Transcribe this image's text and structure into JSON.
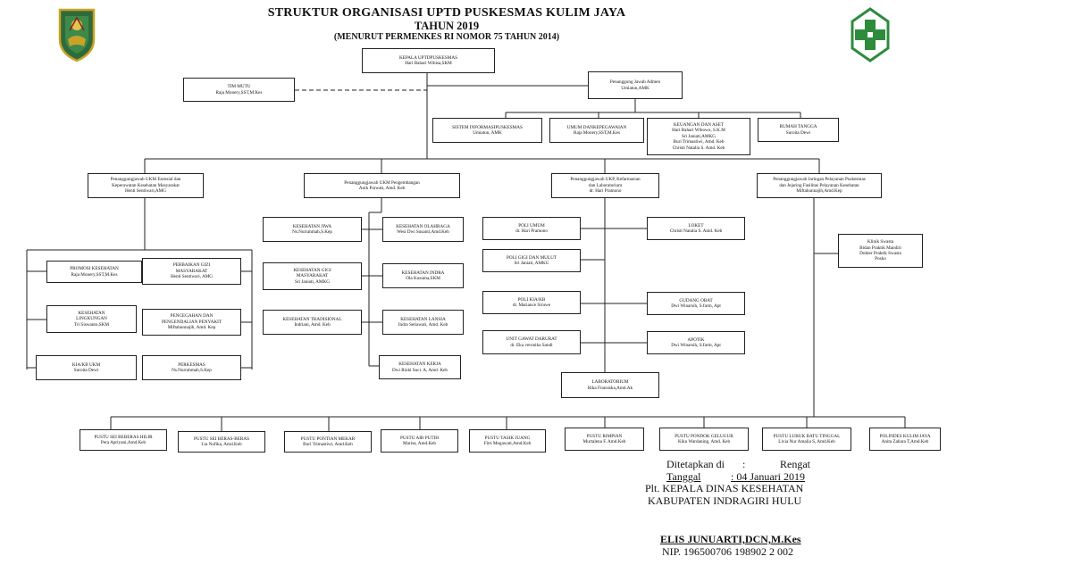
{
  "title": {
    "line1": "STRUKTUR ORGANISASI  UPTD PUSKESMAS KULIM JAYA",
    "line2": "TAHUN 2019",
    "line3": "(MENURUT PERMENKES RI NOMOR 75 TAHUN 2014)"
  },
  "colors": {
    "cross": "#2e8b3c",
    "shield": "#2f6b3a",
    "line": "#222222"
  },
  "nodes": {
    "kepala": [
      "KEPALA UPTDPUSKESMAS",
      "Hari Bahari Wibisa,SKM"
    ],
    "timmutu": [
      "TIM MUTU",
      "Raja Monery,SST,M.Kes"
    ],
    "admin": [
      "Penanggung Jawab Admen",
      "Umiatun,AMK"
    ],
    "sip": [
      "SISTEM INFORMASIPUSKESMAS",
      "Umiatun, AMK"
    ],
    "umum": [
      "UMUM DANKEPEGAWAIAN",
      "Raja Monery,SST,M.Kes"
    ],
    "keuangan": [
      "KEUANGAN DAN ASET",
      "Hari Bahari Wibowo, S.K.M",
      "Sri Janiati,AMKG",
      "Buri Trimastiwi, Amd. Keb",
      "Christi Natalia S. Amd. Keb"
    ],
    "rumah": [
      "RUMAH TANGGA",
      "Suroita Dewi"
    ],
    "ukm_es": [
      "Penanggungjawab UKM Esensial dan",
      "Keperawatan Kesehatan Masyarakat",
      "Henti Sentiwari,AMG"
    ],
    "ukm_pg": [
      "Penanggungjawab UKM Pengembangan",
      "Anik Parwati, Amd. Keb"
    ],
    "ukp": [
      "Penanggungjawab UKP, Kefarmasian",
      "dan Laboratorium",
      "dr. Hari Pramono"
    ],
    "jar": [
      "Penanggungjawab Jaringan Pelayanan Puskesmas",
      "dan Jejaring Fasilitas Pelayanan Kesehatan",
      "Miftahunnajih,Amd.Kep"
    ],
    "promkes": [
      "PROMOSI KESEHATAN",
      "Raja Monery,SST,M.Kes"
    ],
    "gizi": [
      "PERBAIKAN GIZI",
      "MASYARAKAT",
      "Henti Sentiwari, AMG"
    ],
    "kesling": [
      "KESEHATAN",
      "LINGKUNGAN",
      "Tri Siswanto,SKM"
    ],
    "p2p": [
      "PENCEGAHAN DAN",
      "PENGENDALIAN PENYAKIT",
      "Miftahunnajih, Amd. Kep"
    ],
    "kia_ukm": [
      "KIA/KB UKM",
      "Suroita Dewi"
    ],
    "perkesmas": [
      "PERKESMAS",
      "Ns.Nurrahmah,S.Kep"
    ],
    "jiwa": [
      "KESEHATAN JIWA",
      "Ns.Nurrahmah,S.Kep"
    ],
    "olahraga": [
      "KESEHATAN OLAHRAGA",
      "Wesi Dwi Susanti,Amd.Keb"
    ],
    "gigimas": [
      "KESEHATAN GIGI",
      "MASYARAKAT",
      "Sri Janiati, AMKG"
    ],
    "indra": [
      "KESEHATAN INDRA",
      "Ola Kusuma,SKM"
    ],
    "tradisional": [
      "KESEHATAN TRADISIONAL",
      "Indriani, Amd. Keb"
    ],
    "lansia": [
      "KESEHATAN LANSIA",
      "Indra Setiawati, Amd. Keb"
    ],
    "kerja": [
      "KESEHATAN KERJA",
      "Dwi Rizki Suci. A, Amd. Keb"
    ],
    "poliumum": [
      "POLI UMUM",
      "dr. Hari Pramono"
    ],
    "loket": [
      "LOKET",
      "Christi Natalia S. Amd. Keb"
    ],
    "poligigi": [
      "POLI GIGI DAN MULUT",
      "Sri Janiati, AMKG"
    ],
    "polikia": [
      "POLI KIA/KB",
      "dr. Mariance Siruwe"
    ],
    "gudang": [
      "GUDANG OBAT",
      "Dwi Winarsih, S.farm, Apt"
    ],
    "ugd": [
      "UNIT GAWAT DARURAT",
      "dr. Eka veronika Sandi"
    ],
    "apotik": [
      "APOTIK",
      "Dwi Winarsih, S.farm, Apt"
    ],
    "lab": [
      "LABORATORIUM",
      "Rika Fransiska,Amd.Ak"
    ],
    "klinik": [
      "Klinik Swasta",
      "Bidan Praktik Mandiri",
      "Dokter Praktik Swasta",
      "Posko"
    ],
    "pustu1": [
      "PUSTU SEI BEBERAS HILIR",
      "Pera Apriyani,Amd.Keb"
    ],
    "pustu2": [
      "PUSTU SEI BERAS-BERAS",
      "Lia Nofika, Amd.Keb"
    ],
    "pustu3": [
      "PUSTU PONTIAN MEKAR",
      "Buri Trimastiwi, Amd.Keb"
    ],
    "pustu4": [
      "PUSTU AIR PUTIH",
      "Marisa, Amd.Keb"
    ],
    "pustu5": [
      "PUSTU TASIK JUANG",
      "Fitri Megawati,Amd.Keb"
    ],
    "pustu6": [
      "PUSTU RIMPIAN",
      "Murtalena F. Amd.Keb"
    ],
    "pustu7": [
      "PUSTU PONDOK GELUGUR",
      "Kiku Wardaning, Amd. Keb"
    ],
    "pustu8": [
      "PUSTU LUBUK BATU TINGGAL",
      "Livia Nur Amalia S, Amd.Keb"
    ],
    "pustu9": [
      "POLINDES KULIM JAYA",
      "Anita Zahara T,Amd.Keb"
    ]
  },
  "signature": {
    "ditetapkan_label": "Ditetapkan di",
    "colon": ":",
    "place": "Rengat",
    "tanggal_label": "Tanggal",
    "tanggal_value": ": 04 Januari 2019",
    "office1": "Plt. KEPALA DINAS KESEHATAN",
    "office2": "KABUPATEN INDRAGIRI HULU",
    "name": "ELIS JUNUARTI,DCN,M.Kes",
    "nip": "NIP. 196500706 198902 2 002"
  }
}
